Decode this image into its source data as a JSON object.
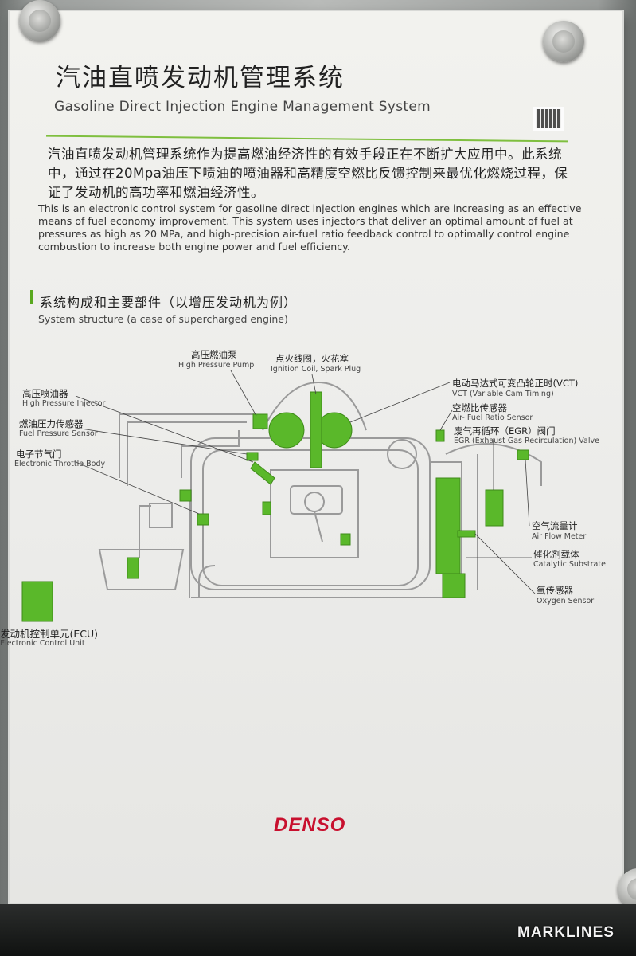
{
  "title_cn": "汽油直喷发动机管理系统",
  "title_en": "Gasoline Direct Injection Engine Management System",
  "intro_cn": "汽油直喷发动机管理系统作为提高燃油经济性的有效手段正在不断扩大应用中。此系统中，通过在20Mpa油压下喷油的喷油器和高精度空燃比反馈控制来最优化燃烧过程，保证了发动机的高功率和燃油经济性。",
  "intro_en": "This is an electronic control system for gasoline direct injection engines which are increasing as an effective means of fuel economy improvement. This system uses injectors that deliver an optimal amount of fuel at pressures as high as 20 MPa, and high-precision air-fuel ratio feedback control to optimally control engine combustion to increase both engine power and fuel efficiency.",
  "section_cn": "系统构成和主要部件（以增压发动机为例）",
  "section_en": "System structure (a case of supercharged engine)",
  "labels": {
    "hp_pump_cn": "高压燃油泵",
    "hp_pump_en": "High Pressure Pump",
    "ignition_cn": "点火线圈，火花塞",
    "ignition_en": "Ignition Coil, Spark Plug",
    "vct_cn": "电动马达式可变凸轮正时(VCT)",
    "vct_en": "VCT (Variable Cam Timing)",
    "afr_cn": "空燃比传感器",
    "afr_en": "Air- Fuel Ratio Sensor",
    "egr_cn": "废气再循环（EGR）阀门",
    "egr_en": "EGR (Exhaust Gas Recirculation) Valve",
    "injector_cn": "高压喷油器",
    "injector_en": "High Pressure Injector",
    "fps_cn": "燃油压力传感器",
    "fps_en": "Fuel Pressure Sensor",
    "throttle_cn": "电子节气门",
    "throttle_en": "Electronic Throttle Body",
    "afm_cn": "空气流量计",
    "afm_en": "Air Flow Meter",
    "cat_cn": "催化剂载体",
    "cat_en": "Catalytic Substrate",
    "o2_cn": "氧传感器",
    "o2_en": "Oxygen Sensor",
    "ecu_cn": "发动机控制单元(ECU)",
    "ecu_en": "Electronic Control Unit"
  },
  "brand": "DENSO",
  "watermark": "MARKLINES",
  "colors": {
    "green": "#5ab82a",
    "line": "#9a9a9a",
    "brand_red": "#c8102e"
  }
}
